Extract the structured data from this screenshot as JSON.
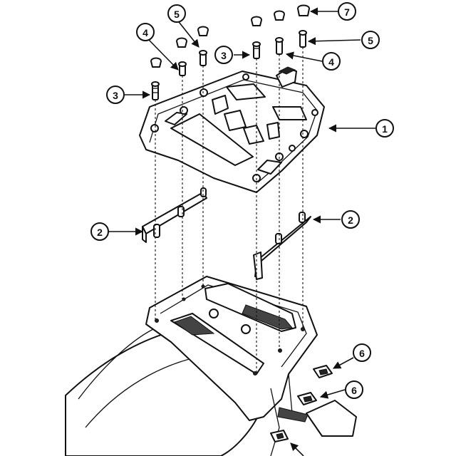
{
  "figure": {
    "callouts": [
      {
        "id": "c1",
        "label": "1"
      },
      {
        "id": "c2a",
        "label": "2"
      },
      {
        "id": "c2b",
        "label": "2"
      },
      {
        "id": "c3a",
        "label": "3"
      },
      {
        "id": "c3b",
        "label": "3"
      },
      {
        "id": "c4a",
        "label": "4"
      },
      {
        "id": "c4b",
        "label": "4"
      },
      {
        "id": "c5a",
        "label": "5"
      },
      {
        "id": "c5b",
        "label": "5"
      },
      {
        "id": "c6a",
        "label": "6"
      },
      {
        "id": "c6b",
        "label": "6"
      },
      {
        "id": "c7",
        "label": "7"
      }
    ]
  }
}
